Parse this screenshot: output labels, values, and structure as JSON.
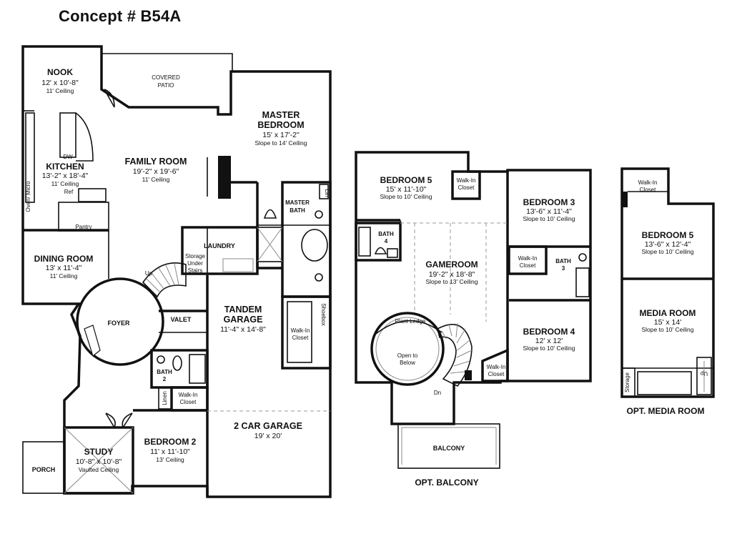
{
  "title": "Concept # B54A",
  "first_floor": {
    "nook": {
      "name": "NOOK",
      "dim": "12' x 10'-8\"",
      "note": "11' Ceiling"
    },
    "covered_patio": {
      "line1": "COVERED",
      "line2": "PATIO"
    },
    "kitchen": {
      "name": "KITCHEN",
      "dim": "13'-2\" x 18'-4\"",
      "note": "11' Ceiling",
      "dw": "DW",
      "ref": "Ref",
      "oven": "Oven/ Micro"
    },
    "pantry": {
      "name": "Pantry"
    },
    "family_room": {
      "name": "FAMILY ROOM",
      "dim": "19'-2\" x 19'-6\"",
      "note": "11' Ceiling"
    },
    "master_bedroom": {
      "line1": "MASTER",
      "line2": "BEDROOM",
      "dim": "15' x 17'-2\"",
      "note": "Slope to 14' Ceiling"
    },
    "master_bath": {
      "line1": "MASTER",
      "line2": "BATH",
      "lin": "Lin"
    },
    "laundry": {
      "name": "LAUNDRY"
    },
    "storage": {
      "line1": "Storage",
      "line2": "Under",
      "line3": "Stairs"
    },
    "dining_room": {
      "name": "DINING ROOM",
      "dim": "13' x 11'-4\"",
      "note": "11' Ceiling"
    },
    "foyer": {
      "name": "FOYER",
      "up": "Up"
    },
    "valet": {
      "name": "VALET"
    },
    "tandem_garage": {
      "line1": "TANDEM",
      "line2": "GARAGE",
      "dim": "11'-4\" x 14'-8\""
    },
    "walk_in_closet_master": {
      "line1": "Walk-In",
      "line2": "Closet",
      "shoebox": "Shoebox"
    },
    "bath2": {
      "line1": "BATH",
      "line2": "2"
    },
    "linen": {
      "name": "Linen"
    },
    "walk_in_closet_bed2": {
      "line1": "Walk-In",
      "line2": "Closet"
    },
    "two_car_garage": {
      "name": "2 CAR GARAGE",
      "dim": "19' x 20'"
    },
    "study": {
      "name": "STUDY",
      "dim": "10'-8\" x 10'-8\"",
      "note": "Vaulted Ceiling"
    },
    "bedroom2": {
      "name": "BEDROOM 2",
      "dim": "11' x 11'-10\"",
      "note": "13' Ceiling"
    },
    "porch": {
      "name": "PORCH"
    }
  },
  "second_floor": {
    "bedroom5": {
      "name": "BEDROOM 5",
      "dim": "15' x 11'-10\"",
      "note": "Slope to 10' Ceiling"
    },
    "walk_in_closet_b5": {
      "line1": "Walk-In",
      "line2": "Closet"
    },
    "bedroom3": {
      "name": "BEDROOM 3",
      "dim": "13'-6\" x 11'-4\"",
      "note": "Slope to 10' Ceiling"
    },
    "bath4": {
      "line1": "BATH",
      "line2": "4"
    },
    "gameroom": {
      "name": "GAMEROOM",
      "dim": "19'-2\" x 18'-8\"",
      "note": "Slope to 13' Ceiling"
    },
    "walk_in_closet_b3": {
      "line1": "Walk-In",
      "line2": "Closet"
    },
    "bath3": {
      "line1": "BATH",
      "line2": "3"
    },
    "plant_ledge": {
      "name": "Plant Ledge"
    },
    "open_below": {
      "line1": "Open to",
      "line2": "Below",
      "dn": "Dn"
    },
    "bedroom4": {
      "name": "BEDROOM 4",
      "dim": "12' x 12'",
      "note": "Slope to 10' Ceiling"
    },
    "walk_in_closet_b4": {
      "line1": "Walk-In",
      "line2": "Closet"
    },
    "balcony": {
      "name": "BALCONY"
    },
    "caption": "OPT. BALCONY"
  },
  "option_media": {
    "walk_in_closet": {
      "line1": "Walk-In",
      "line2": "Closet"
    },
    "bedroom5": {
      "name": "BEDROOM 5",
      "dim": "13'-6\" x 12'-4\"",
      "note": "Slope to 10' Ceiling"
    },
    "media_room": {
      "name": "MEDIA ROOM",
      "dim": "15' x 14'",
      "note": "Slope to 10' Ceiling"
    },
    "storage": "Storage",
    "up": "Up",
    "caption": "OPT. MEDIA ROOM"
  },
  "colors": {
    "line": "#111111",
    "background": "#ffffff"
  }
}
